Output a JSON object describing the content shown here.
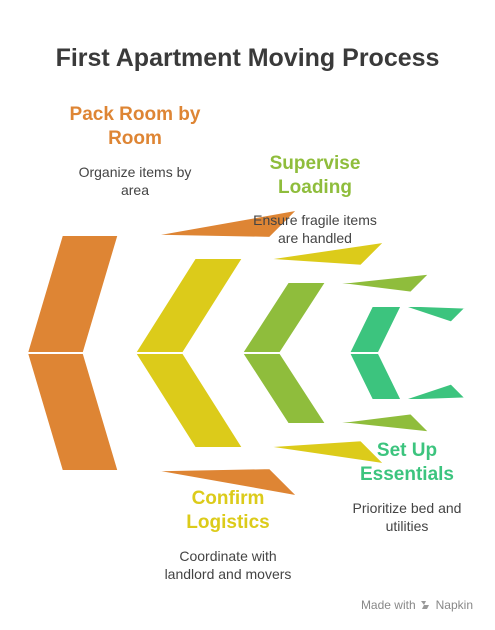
{
  "title": "First Apartment Moving Process",
  "steps": [
    {
      "title_line1": "Pack Room by",
      "title_line2": "Room",
      "desc_line1": "Organize items by",
      "desc_line2": "area",
      "color": "#DE8534"
    },
    {
      "title_line1": "Confirm",
      "title_line2": "Logistics",
      "desc_line1": "Coordinate with",
      "desc_line2": "landlord and movers",
      "color": "#DCCB1A"
    },
    {
      "title_line1": "Supervise",
      "title_line2": "Loading",
      "desc_line1": "Ensure fragile items",
      "desc_line2": "are handled",
      "color": "#8FBD3C"
    },
    {
      "title_line1": "Set Up",
      "title_line2": "Essentials",
      "desc_line1": "Prioritize bed and",
      "desc_line2": "utilities",
      "color": "#3CC47E"
    }
  ],
  "watermark": {
    "prefix": "Made with",
    "brand": "Napkin"
  }
}
